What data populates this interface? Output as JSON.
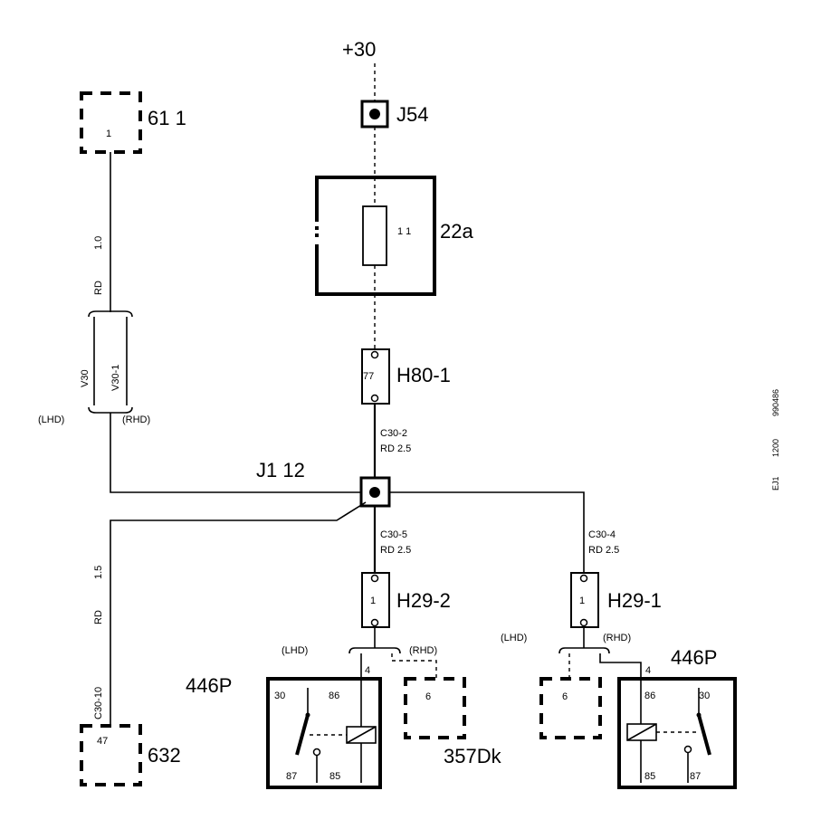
{
  "labels": {
    "supply": "+30",
    "j54": "J54",
    "fuse_value": "1 1",
    "fuse_name": "22a",
    "h80_pin": "77",
    "h80": "H80-1",
    "c30_2": "C30-2",
    "rd_25_a": "RD     2.5",
    "j1": "J1   12",
    "conn61": "61   1",
    "conn61_pin": "1",
    "wire_10": "1.0",
    "wire_rd_top": "RD",
    "v30": "V30",
    "v30_1": "V30-1",
    "lhd_left": "(LHD)",
    "rhd_left": "(RHD)",
    "c30_5": "C30-5",
    "rd_25_b": "RD     2.5",
    "c30_4": "C30-4",
    "rd_25_c": "RD     2.5",
    "h29_2_pin": "1",
    "h29_2": "H29-2",
    "h29_1_pin": "1",
    "h29_1": "H29-1",
    "wire_15": "1.5",
    "wire_rd_left": "RD",
    "c30_10": "C30-10",
    "conn632_pin": "47",
    "conn632": "632",
    "relay_left_name": "446P",
    "relay_right_name": "446P",
    "lhd_mid": "(LHD)",
    "rhd_mid": "(RHD)",
    "lhd_right": "(LHD)",
    "rhd_right": "(RHD)",
    "pin4_left": "4",
    "pin4_right": "4",
    "r1_30": "30",
    "r1_86": "86",
    "r1_87": "87",
    "r1_85": "85",
    "r2_86": "86",
    "r2_30": "30",
    "r2_85": "85",
    "r2_87": "87",
    "conn357_pin": "6",
    "conn357": "357Dk",
    "conn6_pin": "6",
    "margin_code": "990486",
    "margin_1200": "1200",
    "margin_ej1": "EJ1"
  }
}
